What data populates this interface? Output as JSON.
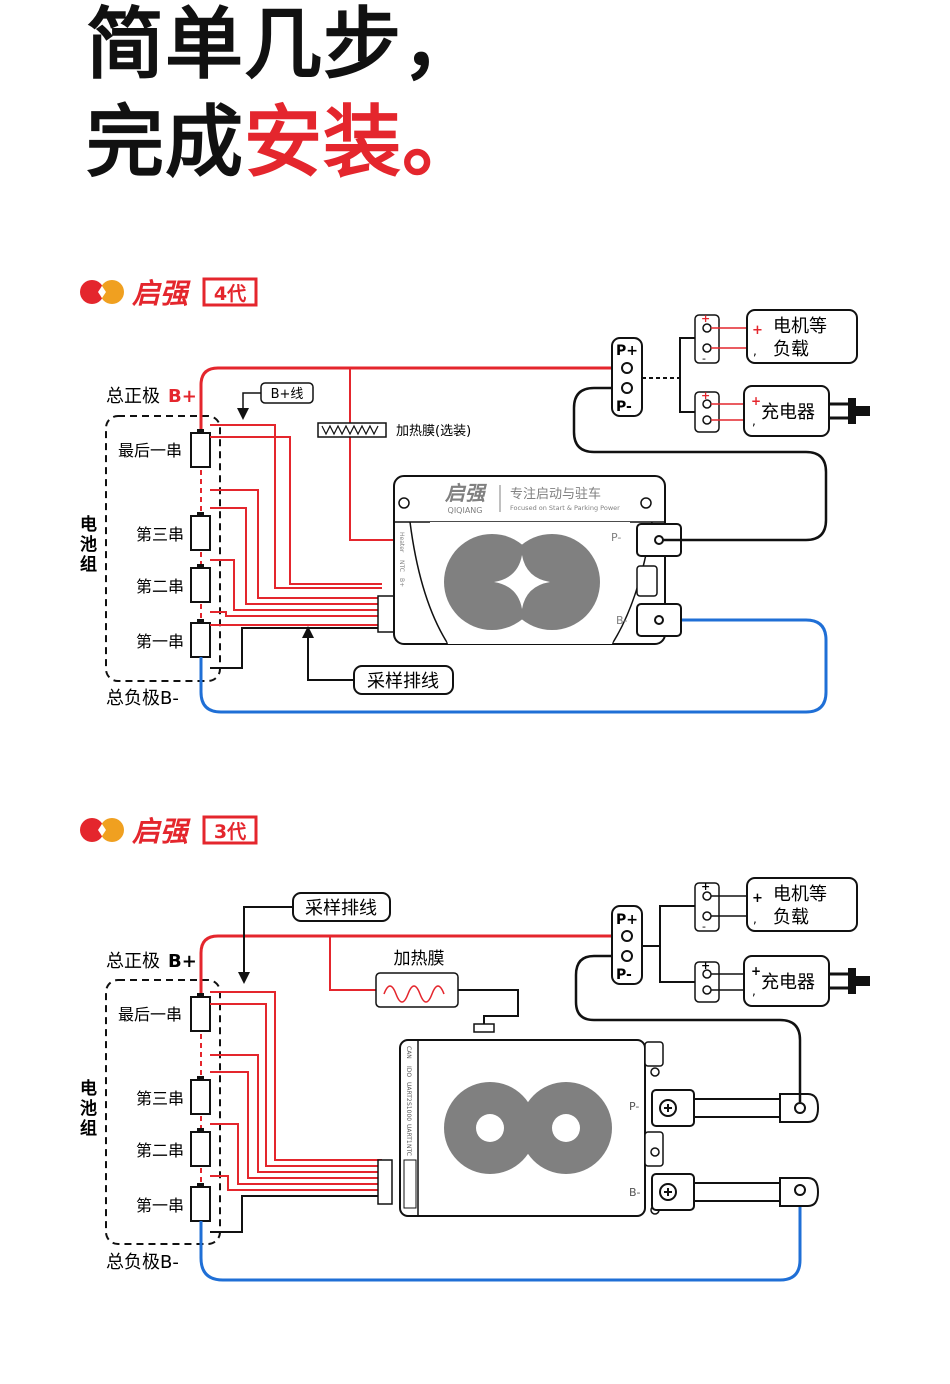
{
  "headline": {
    "line1": "简单几步，",
    "line2_prefix": "完成",
    "line2_accent": "安装",
    "line2_suffix": "。"
  },
  "colors": {
    "red": "#e4262d",
    "blue": "#1f6fd6",
    "black": "#111111",
    "gray": "#808080"
  },
  "gen4": {
    "brand": "启强",
    "gen_badge": "4代",
    "total_pos": "总正极",
    "total_pos_terminal": "B+",
    "total_neg": "总负极B-",
    "battery_pack": "电池组",
    "cells": [
      "最后一串",
      "第三串",
      "第二串",
      "第一串"
    ],
    "bplus_wire": "B+线",
    "heater_film": "加热膜(选装)",
    "sampling_cable": "采样排线",
    "bms_brand": "启强",
    "bms_brand_en": "QIQIANG",
    "bms_slogan": "专注启动与驻车",
    "bms_slogan_en": "Focused on Start & Parking Power",
    "bms_p_minus": "P-",
    "bms_b_minus": "B-",
    "bms_heater": "Heater",
    "bms_ntc": "NTC",
    "bms_bplus": "B+",
    "p_plus": "P+",
    "p_minus": "P-",
    "load_line1": "电机等",
    "load_line2": "负载",
    "charger": "充电器"
  },
  "gen3": {
    "brand": "启强",
    "gen_badge": "3代",
    "total_pos": "总正极",
    "total_pos_terminal": "B+",
    "total_neg": "总负极B-",
    "battery_pack": "电池组",
    "cells": [
      "最后一串",
      "第三串",
      "第二串",
      "第一串"
    ],
    "sampling_cable": "采样排线",
    "heater_film": "加热膜",
    "bms_port_labels": [
      "CAN",
      "IDO",
      "UART2",
      "S1000",
      "UART1",
      "NTC"
    ],
    "bms_p_minus": "P-",
    "bms_b_minus": "B-",
    "p_plus": "P+",
    "p_minus": "P-",
    "load_line1": "电机等",
    "load_line2": "负载",
    "charger": "充电器"
  }
}
